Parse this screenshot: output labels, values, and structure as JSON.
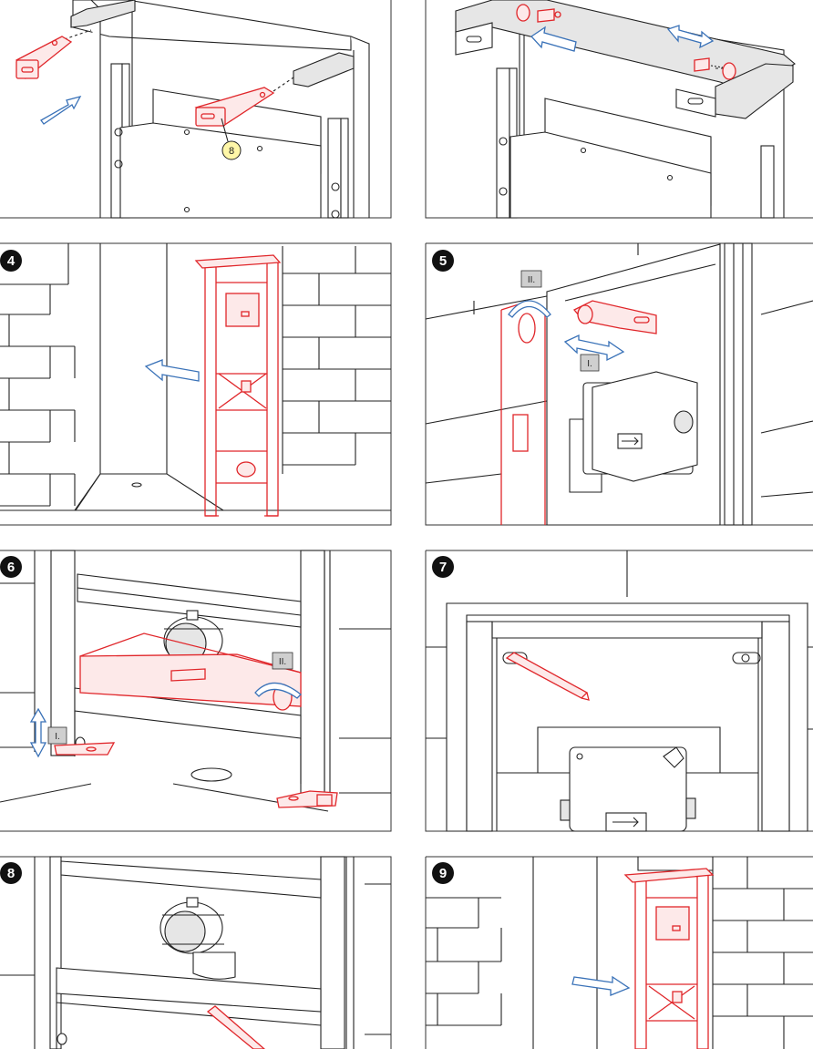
{
  "panels": [
    {
      "id": "p1",
      "number": "",
      "callout": "8"
    },
    {
      "id": "p2",
      "number": ""
    },
    {
      "id": "p3",
      "number": "4"
    },
    {
      "id": "p4",
      "number": "5",
      "tags": [
        "II.",
        "I."
      ]
    },
    {
      "id": "p5",
      "number": "6",
      "tags": [
        "II.",
        "I."
      ]
    },
    {
      "id": "p6",
      "number": "7"
    },
    {
      "id": "p7",
      "number": "8"
    },
    {
      "id": "p8",
      "number": "9"
    }
  ],
  "colors": {
    "highlight": "#e0262a",
    "arrow": "#3a72b8",
    "line": "#222222",
    "callout": "#fff7a8"
  }
}
